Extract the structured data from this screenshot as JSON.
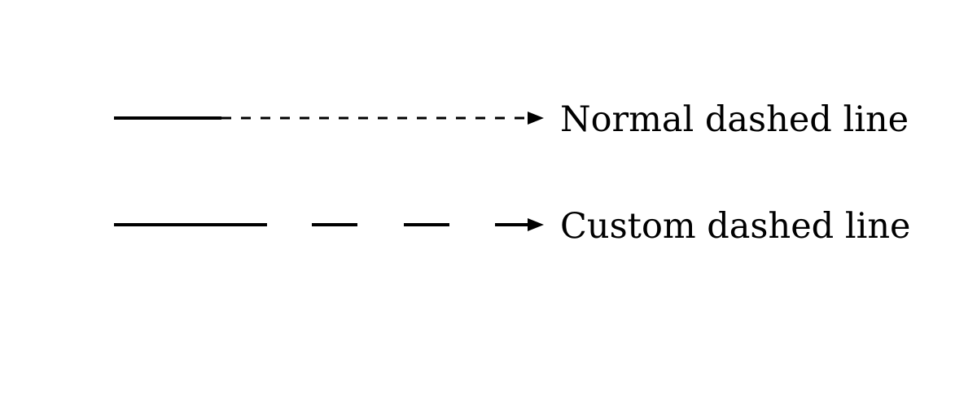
{
  "rows": [
    {
      "label": "Normal dashed line",
      "line_style": "solid-then-short-dashes",
      "arrowhead": "arrow"
    },
    {
      "label": "Custom dashed line",
      "line_style": "solid-then-long-dashes",
      "arrowhead": "arrow"
    }
  ],
  "colors": {
    "stroke": "#000000",
    "text": "#000000",
    "background": "#ffffff"
  }
}
